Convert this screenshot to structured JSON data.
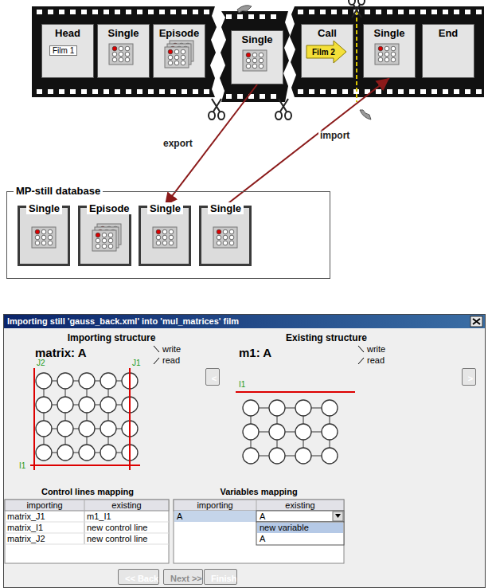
{
  "diagram": {
    "nodes": [
      {
        "text": [
          "Head",
          "Film 1"
        ]
      },
      {
        "text": [
          "Single"
        ]
      },
      {
        "text": [
          "Episode"
        ]
      },
      {
        "text": [
          "Single"
        ]
      },
      {
        "text": [
          "Call",
          "Film 2"
        ]
      },
      {
        "text": [
          "Single"
        ]
      },
      {
        "text": [
          "End"
        ]
      },
      {
        "text": [
          "MP-still database"
        ]
      },
      {
        "text": [
          "Single"
        ],
        "in": 7
      },
      {
        "text": [
          "Episode"
        ],
        "in": 7
      },
      {
        "text": [
          "Single"
        ],
        "in": 7
      },
      {
        "text": [
          "Single"
        ],
        "in": 7
      },
      {
        "text": [
          "Importing still 'gauss_back.xml' into 'mul_matrices' film"
        ]
      },
      {
        "text": [
          "<"
        ],
        "in": 12
      },
      {
        "text": [
          ">"
        ],
        "in": 12
      },
      {
        "text": [
          "<< Back"
        ],
        "in": 12
      },
      {
        "text": [
          "Next >>"
        ],
        "in": 12
      },
      {
        "text": [
          "Finish"
        ],
        "in": 12
      }
    ],
    "edges": [
      {
        "from": 3,
        "to": 10,
        "arrow": "to",
        "label": "export"
      },
      {
        "from": 11,
        "to": 5,
        "arrow": "to",
        "label": "import"
      }
    ],
    "labels": [
      "Importing structure",
      "matrix: A",
      "write",
      "read",
      "J2",
      "J1",
      "I1",
      "Existing structure",
      "m1: A",
      "write",
      "read",
      "I1",
      "Control lines mapping",
      "importing",
      "existing",
      "matrix_J1",
      "m1_I1",
      "matrix_I1",
      "new control line",
      "matrix_J2",
      "new control line",
      "Variables mapping",
      "importing",
      "existing",
      "A",
      "A",
      "new variable",
      "A"
    ]
  }
}
